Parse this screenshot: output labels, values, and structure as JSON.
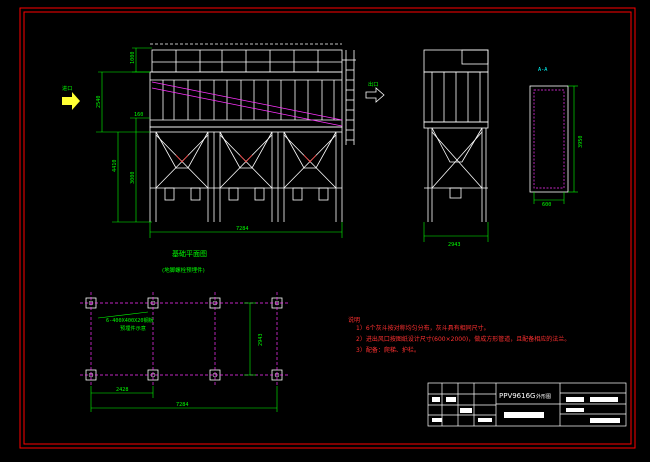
{
  "drawing": {
    "colors": {
      "background": "#000000",
      "border": "#ff0000",
      "structure": "#ffffff",
      "dimension": "#00ff00",
      "notes": "#ff3030",
      "label": "#00ffff",
      "hatch": "#ff33ff",
      "inlet_arrow": "#ffff33"
    },
    "front_view": {
      "dim_top_box": "1000",
      "dim_upper": "2540",
      "dim_mid": "160",
      "dim_total": "4410",
      "dim_hopper": "3000",
      "dim_width": "7284",
      "inlet_label": "进口",
      "outlet_label": "出口"
    },
    "side_view": {
      "dim_width": "2943"
    },
    "section_view": {
      "label": "A-A",
      "dim_height": "3950",
      "dim_width": "600"
    },
    "foundation_plan": {
      "title": "基础平面图",
      "subtitle": "(地脚螺栓预埋件)",
      "bolt_label": "6-400X400X20钢板",
      "bolt_note": "预埋件示意",
      "dim_height": "2943",
      "dim_left": "2428",
      "dim_total": "7284"
    },
    "notes": {
      "heading": "说明",
      "items": [
        "1）6个灰斗按对称均匀分布，灰斗具有相同尺寸。",
        "2）进出风口按图纸设计尺寸(600×2000)，做成方形管道，且配备相应的法兰。",
        "3）配备：爬梯、护栏。"
      ]
    },
    "title_block": {
      "model": "PPV9616G",
      "drawing_name": "外形图"
    }
  }
}
